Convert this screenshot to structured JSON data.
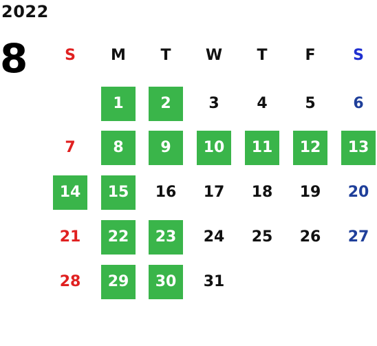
{
  "year": "2022",
  "month": "8",
  "weekdays": [
    "S",
    "M",
    "T",
    "W",
    "T",
    "F",
    "S"
  ],
  "colors": {
    "highlight": "#3ab54a",
    "sunday": "#e02020",
    "saturday": "#1f3f9a"
  },
  "weeks": [
    [
      {
        "day": ""
      },
      {
        "day": "1",
        "hl": true
      },
      {
        "day": "2",
        "hl": true
      },
      {
        "day": "3"
      },
      {
        "day": "4"
      },
      {
        "day": "5"
      },
      {
        "day": "6"
      }
    ],
    [
      {
        "day": "7"
      },
      {
        "day": "8",
        "hl": true
      },
      {
        "day": "9",
        "hl": true
      },
      {
        "day": "10",
        "hl": true
      },
      {
        "day": "11",
        "hl": true
      },
      {
        "day": "12",
        "hl": true
      },
      {
        "day": "13",
        "hl": true
      }
    ],
    [
      {
        "day": "14",
        "hl": true
      },
      {
        "day": "15",
        "hl": true
      },
      {
        "day": "16"
      },
      {
        "day": "17"
      },
      {
        "day": "18"
      },
      {
        "day": "19"
      },
      {
        "day": "20"
      }
    ],
    [
      {
        "day": "21"
      },
      {
        "day": "22",
        "hl": true
      },
      {
        "day": "23",
        "hl": true
      },
      {
        "day": "24"
      },
      {
        "day": "25"
      },
      {
        "day": "26"
      },
      {
        "day": "27"
      }
    ],
    [
      {
        "day": "28"
      },
      {
        "day": "29",
        "hl": true
      },
      {
        "day": "30",
        "hl": true
      },
      {
        "day": "31"
      },
      {
        "day": ""
      },
      {
        "day": ""
      },
      {
        "day": ""
      }
    ]
  ]
}
